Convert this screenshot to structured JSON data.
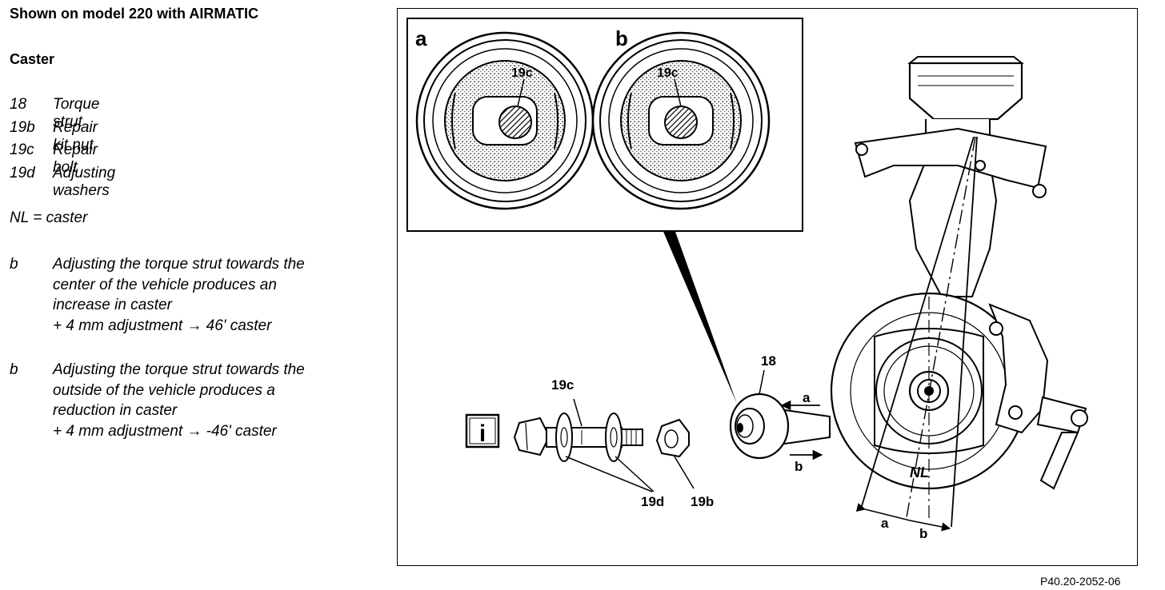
{
  "title": "Shown on model 220 with AIRMATIC",
  "heading": "Caster",
  "legend": [
    {
      "key": "18",
      "label": "Torque strut"
    },
    {
      "key": "19b",
      "label": "Repair kit nut"
    },
    {
      "key": "19c",
      "label": "Repair bolt"
    },
    {
      "key": "19d",
      "label": "Adjusting washers"
    }
  ],
  "nl_definition": "NL = caster",
  "notes": [
    {
      "key": "b",
      "lines": [
        "Adjusting the torque strut towards the",
        "center of the vehicle produces an",
        "increase in caster",
        "+ 4 mm adjustment → 46' caster"
      ]
    },
    {
      "key": "b",
      "lines": [
        "Adjusting the torque strut towards the",
        "outside of the vehicle produces a",
        "reduction in caster",
        "+ 4 mm adjustment → -46' caster"
      ]
    }
  ],
  "diagram": {
    "inset_labels": {
      "a": "a",
      "b": "b"
    },
    "part_labels": {
      "bolt_inset": "19c",
      "bolt": "19c",
      "washers": "19d",
      "nut": "19b",
      "strut": "18",
      "caster": "NL",
      "arrow_a": "a",
      "arrow_b": "b",
      "angle_a": "a",
      "angle_b": "b"
    },
    "info_icon": "i"
  },
  "figure_ref": "P40.20-2052-06"
}
